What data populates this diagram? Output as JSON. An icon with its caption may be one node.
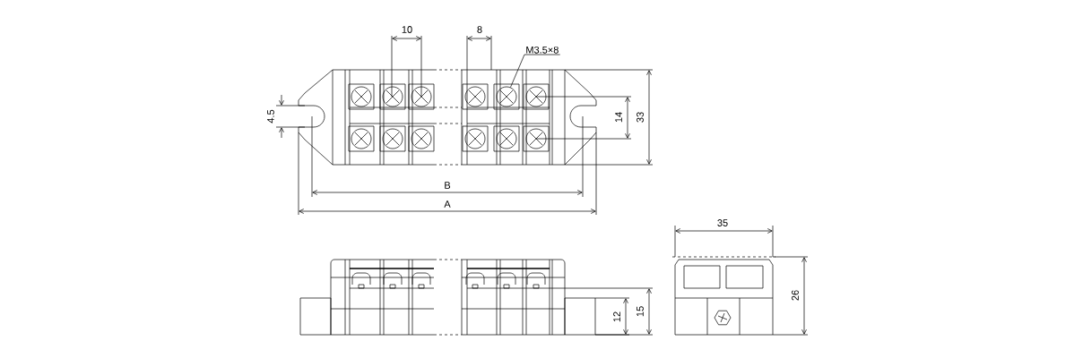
{
  "diagram": {
    "nodes": [
      {
        "text": [
          "M3.5×8"
        ]
      },
      {
        "text": [],
        "shape": "circle"
      }
    ],
    "edges": [
      {
        "from": 0,
        "to": 1,
        "arrow": "none"
      }
    ],
    "labels": [
      "10",
      "8",
      "4.5",
      "14",
      "33",
      "B",
      "A",
      "35",
      "12",
      "15",
      "26"
    ]
  }
}
